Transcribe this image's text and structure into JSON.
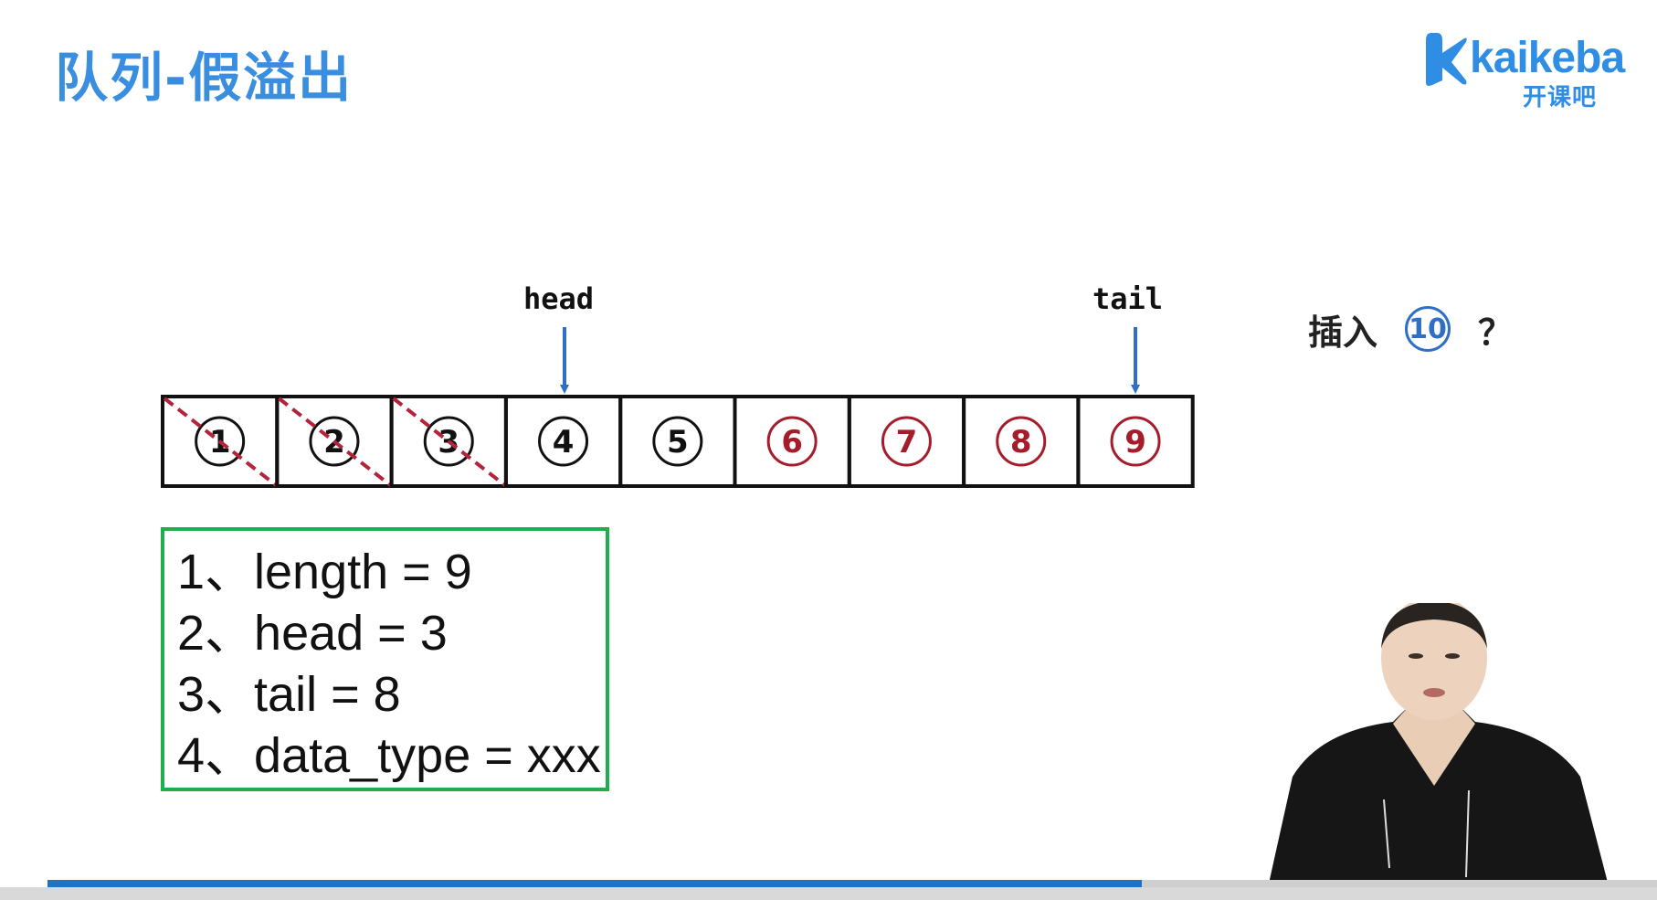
{
  "title": "队列-假溢出",
  "logo": {
    "brand": "kaikeba",
    "sub": "开课吧"
  },
  "pointers": {
    "head": "head",
    "tail": "tail"
  },
  "queue": {
    "cells": [
      {
        "label": "1",
        "state": "removed",
        "color": "#111111"
      },
      {
        "label": "2",
        "state": "removed",
        "color": "#111111"
      },
      {
        "label": "3",
        "state": "removed",
        "color": "#111111"
      },
      {
        "label": "4",
        "state": "active",
        "color": "#111111"
      },
      {
        "label": "5",
        "state": "active",
        "color": "#111111"
      },
      {
        "label": "6",
        "state": "active",
        "color": "#a51c2b"
      },
      {
        "label": "7",
        "state": "active",
        "color": "#a51c2b"
      },
      {
        "label": "8",
        "state": "active",
        "color": "#a51c2b"
      },
      {
        "label": "9",
        "state": "active",
        "color": "#a51c2b"
      }
    ],
    "head_index": 3,
    "tail_index": 8,
    "strike_color": "#b3243a",
    "arrow_color": "#2f6fc6"
  },
  "question": {
    "text": "插入",
    "value": "10",
    "mark": "？"
  },
  "info": {
    "lines": [
      "1、length = 9",
      "2、head = 3",
      "3、tail = 8",
      "4、data_type = xxx"
    ]
  },
  "video": {
    "progress": 0.68
  }
}
